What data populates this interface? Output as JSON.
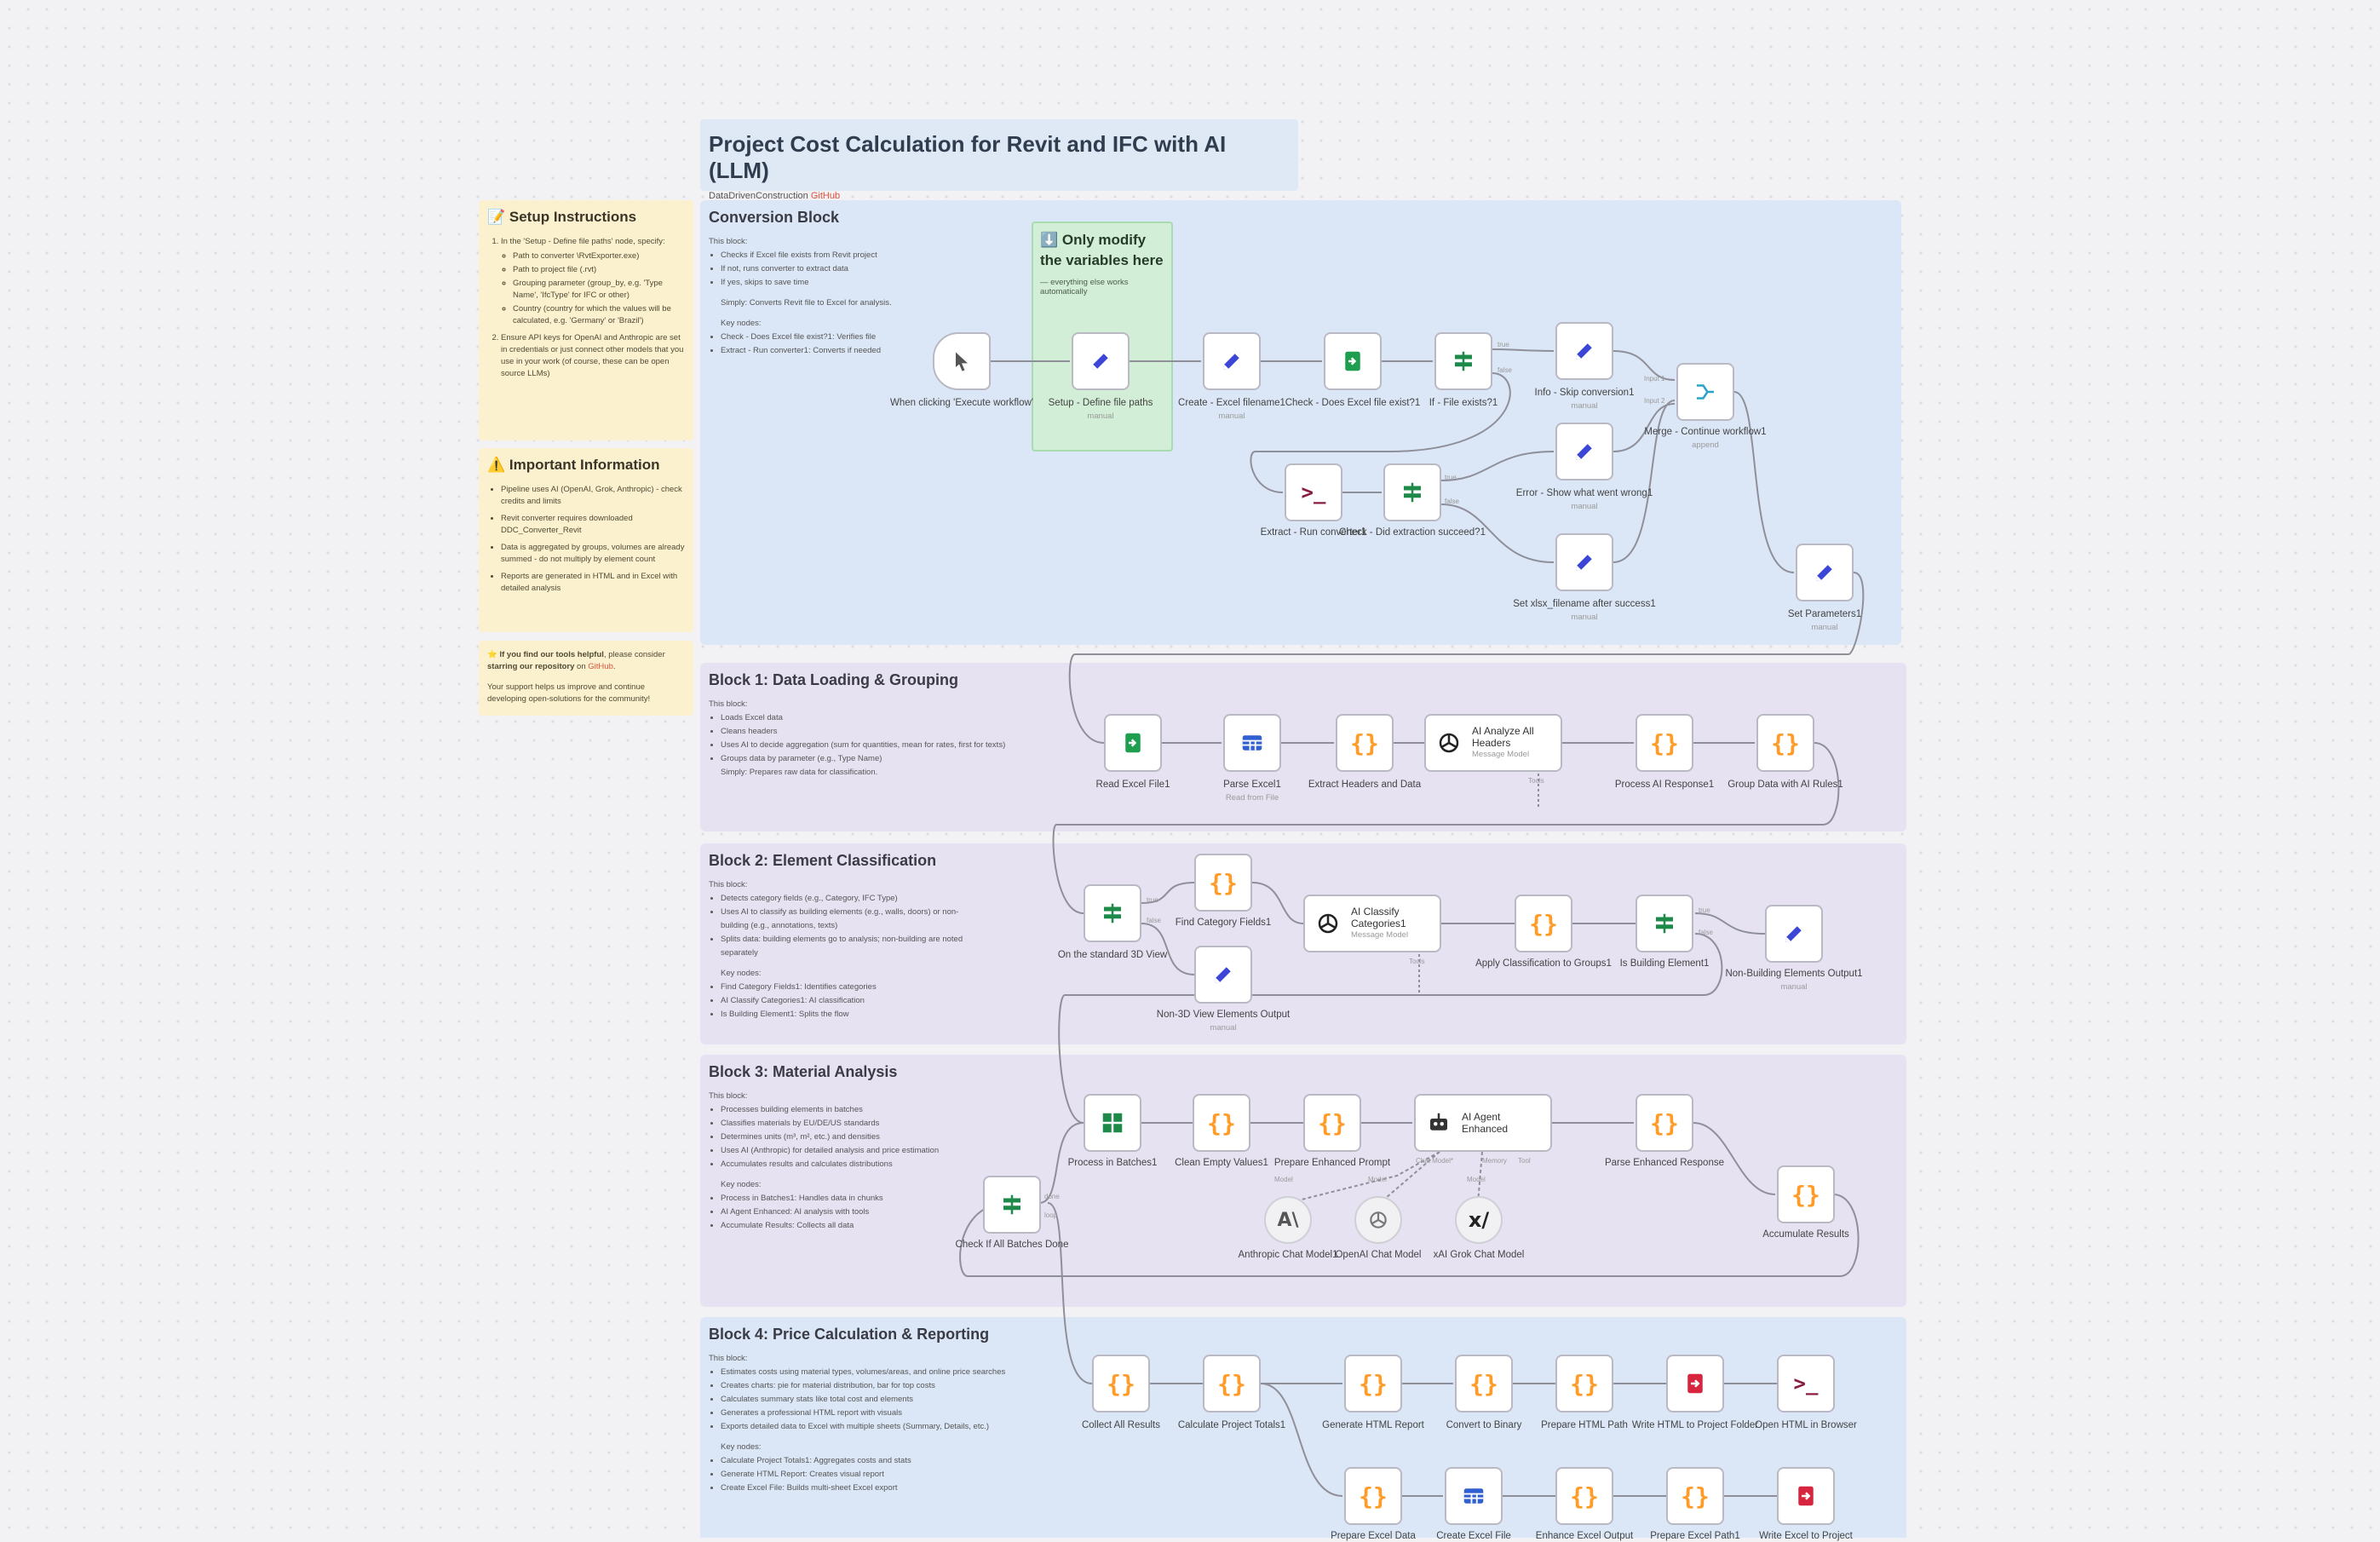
{
  "header": {
    "title": "Project Cost Calculation for Revit and IFC with AI (LLM)",
    "subtitle": "DataDrivenConstruction",
    "link": "GitHub"
  },
  "notes": {
    "setup": {
      "title": "📝 Setup Instructions",
      "item1": "In the 'Setup - Define file paths' node, specify:",
      "sub1": "Path to converter \\RvtExporter.exe)",
      "sub2": "Path to project file (.rvt)",
      "sub3": "Grouping parameter (group_by, e.g. 'Type Name', 'IfcType' for IFC or other)",
      "sub4": "Country (country for which the values will be calculated, e.g. 'Germany' or 'Brazil')",
      "item2": "Ensure API keys for OpenAI and Anthropic are set in credentials or just connect other models that you use in your work (of course, these can be open source LLMs)"
    },
    "important": {
      "title": "⚠️ Important Information",
      "items": [
        "Pipeline uses AI (OpenAI, Grok, Anthropic) - check credits and limits",
        "Revit converter requires downloaded DDC_Converter_Revit",
        "Data is aggregated by groups, volumes are already summed - do not multiply by element count",
        "Reports are generated in HTML and in Excel with detailed analysis"
      ]
    },
    "star": {
      "icon": "⭐",
      "bold1": "If you find our tools helpful",
      "text1": ", please consider ",
      "bold2": "starring our repository",
      "text2": " on ",
      "link": "GitHub",
      "end": ".",
      "text3": "Your support helps us improve and continue developing open-solutions for the community!"
    },
    "modify": {
      "title": "⬇️ Only modify the variables here",
      "subtitle": "— everything else works automatically"
    }
  },
  "blocks": {
    "conversion": {
      "title": "Conversion Block",
      "intro": "This block:",
      "items": [
        "Checks if Excel file exists from Revit project",
        "If not, runs converter to extract data",
        "If yes, skips to save time"
      ],
      "simply": "Simply: Converts Revit file to Excel for analysis.",
      "key_title": "Key nodes:",
      "key_items": [
        "Check - Does Excel file exist?1: Verifies file",
        "Extract - Run converter1: Converts if needed"
      ]
    },
    "block1": {
      "title": "Block 1: Data Loading & Grouping",
      "intro": "This block:",
      "items": [
        "Loads Excel data",
        "Cleans headers",
        "Uses AI to decide aggregation (sum for quantities, mean for rates, first for texts)",
        "Groups data by parameter (e.g., Type Name)"
      ],
      "simply": "Simply: Prepares raw data for classification."
    },
    "block2": {
      "title": "Block 2: Element Classification",
      "intro": "This block:",
      "items": [
        "Detects category fields (e.g., Category, IFC Type)",
        "Uses AI to classify as building elements (e.g., walls, doors) or non-building (e.g., annotations, texts)",
        "Splits data: building elements go to analysis; non-building are noted separately"
      ],
      "key_title": "Key nodes:",
      "key_items": [
        "Find Category Fields1: Identifies categories",
        "AI Classify Categories1: AI classification",
        "Is Building Element1: Splits the flow"
      ]
    },
    "block3": {
      "title": "Block 3: Material Analysis",
      "intro": "This block:",
      "items": [
        "Processes building elements in batches",
        "Classifies materials by EU/DE/US standards",
        "Determines units (m³, m², etc.) and densities",
        "Uses AI (Anthropic) for detailed analysis and price estimation",
        "Accumulates results and calculates distributions"
      ],
      "key_title": "Key nodes:",
      "key_items": [
        "Process in Batches1: Handles data in chunks",
        "AI Agent Enhanced: AI analysis with tools",
        "Accumulate Results: Collects all data"
      ]
    },
    "block4": {
      "title": "Block 4: Price Calculation & Reporting",
      "intro": "This block:",
      "items": [
        "Estimates costs using material types, volumes/areas, and online price searches",
        "Creates charts: pie for material distribution, bar for top costs",
        "Calculates summary stats like total cost and elements",
        "Generates a professional HTML report with visuals",
        "Exports detailed data to Excel with multiple sheets (Summary, Details, etc.)"
      ],
      "key_title": "Key nodes:",
      "key_items": [
        "Calculate Project Totals1: Aggregates costs and stats",
        "Generate HTML Report: Creates visual report",
        "Create Excel File: Builds multi-sheet Excel export"
      ]
    }
  },
  "nodes": {
    "trigger": "When clicking 'Execute workflow'",
    "setup": "Setup - Define file paths",
    "create_excel": "Create - Excel filename1",
    "check_excel": "Check - Does Excel file exist?1",
    "if_exists": "If - File exists?1",
    "info_skip": "Info - Skip conversion1",
    "error": "Error - Show what went wrong1",
    "set_xlsx": "Set xlsx_filename after success1",
    "merge": "Merge - Continue workflow1",
    "extract": "Extract - Run converter1",
    "check_extract": "Check - Did extraction succeed?1",
    "set_params": "Set Parameters1",
    "read_excel": "Read Excel File1",
    "parse_excel": "Parse Excel1",
    "extract_headers": "Extract Headers and Data",
    "ai_analyze_title": "AI Analyze All",
    "ai_analyze_title2": "Headers",
    "process_ai": "Process AI Response1",
    "group_data": "Group Data with AI Rules1",
    "on_standard": "On the standard 3D View",
    "find_category": "Find Category Fields1",
    "non_3d": "Non-3D View Elements Output",
    "ai_classify_title": "AI Classify",
    "ai_classify_title2": "Categories1",
    "apply_class": "Apply Classification to Groups1",
    "is_building": "Is Building Element1",
    "non_building": "Non-Building Elements Output1",
    "process_batches": "Process in Batches1",
    "clean_empty": "Clean Empty Values1",
    "prepare_enhanced": "Prepare Enhanced Prompt",
    "ai_agent_title": "AI Agent",
    "ai_agent_title2": "Enhanced",
    "parse_enhanced": "Parse Enhanced Response",
    "accumulate": "Accumulate Results",
    "check_batches": "Check If All Batches Done",
    "anthropic": "Anthropic Chat Model1",
    "openai": "OpenAI Chat Model",
    "grok": "xAI Grok Chat Model",
    "collect_all": "Collect All Results",
    "calc_totals": "Calculate Project Totals1",
    "gen_html": "Generate HTML Report",
    "convert_binary": "Convert to Binary",
    "prepare_html_path": "Prepare HTML Path",
    "write_html": "Write HTML to Project Folder",
    "open_html": "Open HTML in Browser",
    "prepare_excel_data": "Prepare Excel Data",
    "create_excel_file": "Create Excel File",
    "enhance_excel": "Enhance Excel Output",
    "prepare_excel_path": "Prepare Excel Path1",
    "write_excel": "Write Excel to Project"
  },
  "subtitles": {
    "manual": "manual",
    "append": "append",
    "read_from_file": "Read from File",
    "message_model": "Message Model"
  },
  "ports": {
    "true": "true",
    "false": "false",
    "input1": "Input 1",
    "input2": "Input 2",
    "tools": "Tools",
    "chat_model": "Chat Model*",
    "model": "Model",
    "memory": "Memory",
    "tool": "Tool",
    "done": "done",
    "loop": "loop"
  }
}
